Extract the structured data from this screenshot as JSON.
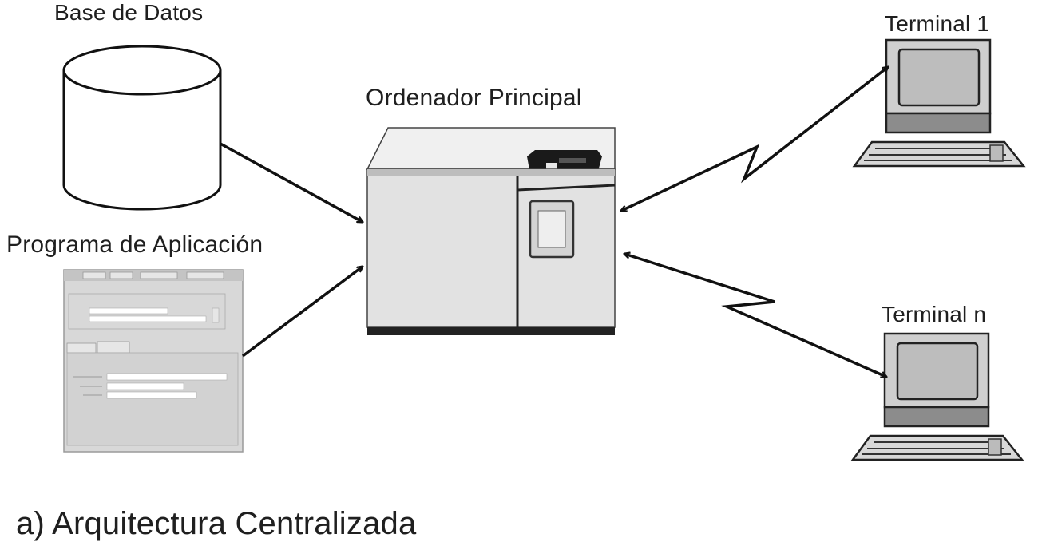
{
  "labels": {
    "database": "Base de Datos",
    "application": "Programa de Aplicación",
    "main_computer": "Ordenador Principal",
    "terminal_1": "Terminal 1",
    "terminal_n": "Terminal n"
  },
  "caption": "a) Arquitectura Centralizada",
  "icons": {
    "database": "database-cylinder-icon",
    "application": "application-window-icon",
    "main_computer": "mainframe-icon",
    "terminal": "computer-terminal-icon"
  },
  "colors": {
    "line": "#111111",
    "light_gray": "#e4e4e4",
    "mid_gray": "#c8c8c8",
    "dark_gray": "#888888"
  }
}
